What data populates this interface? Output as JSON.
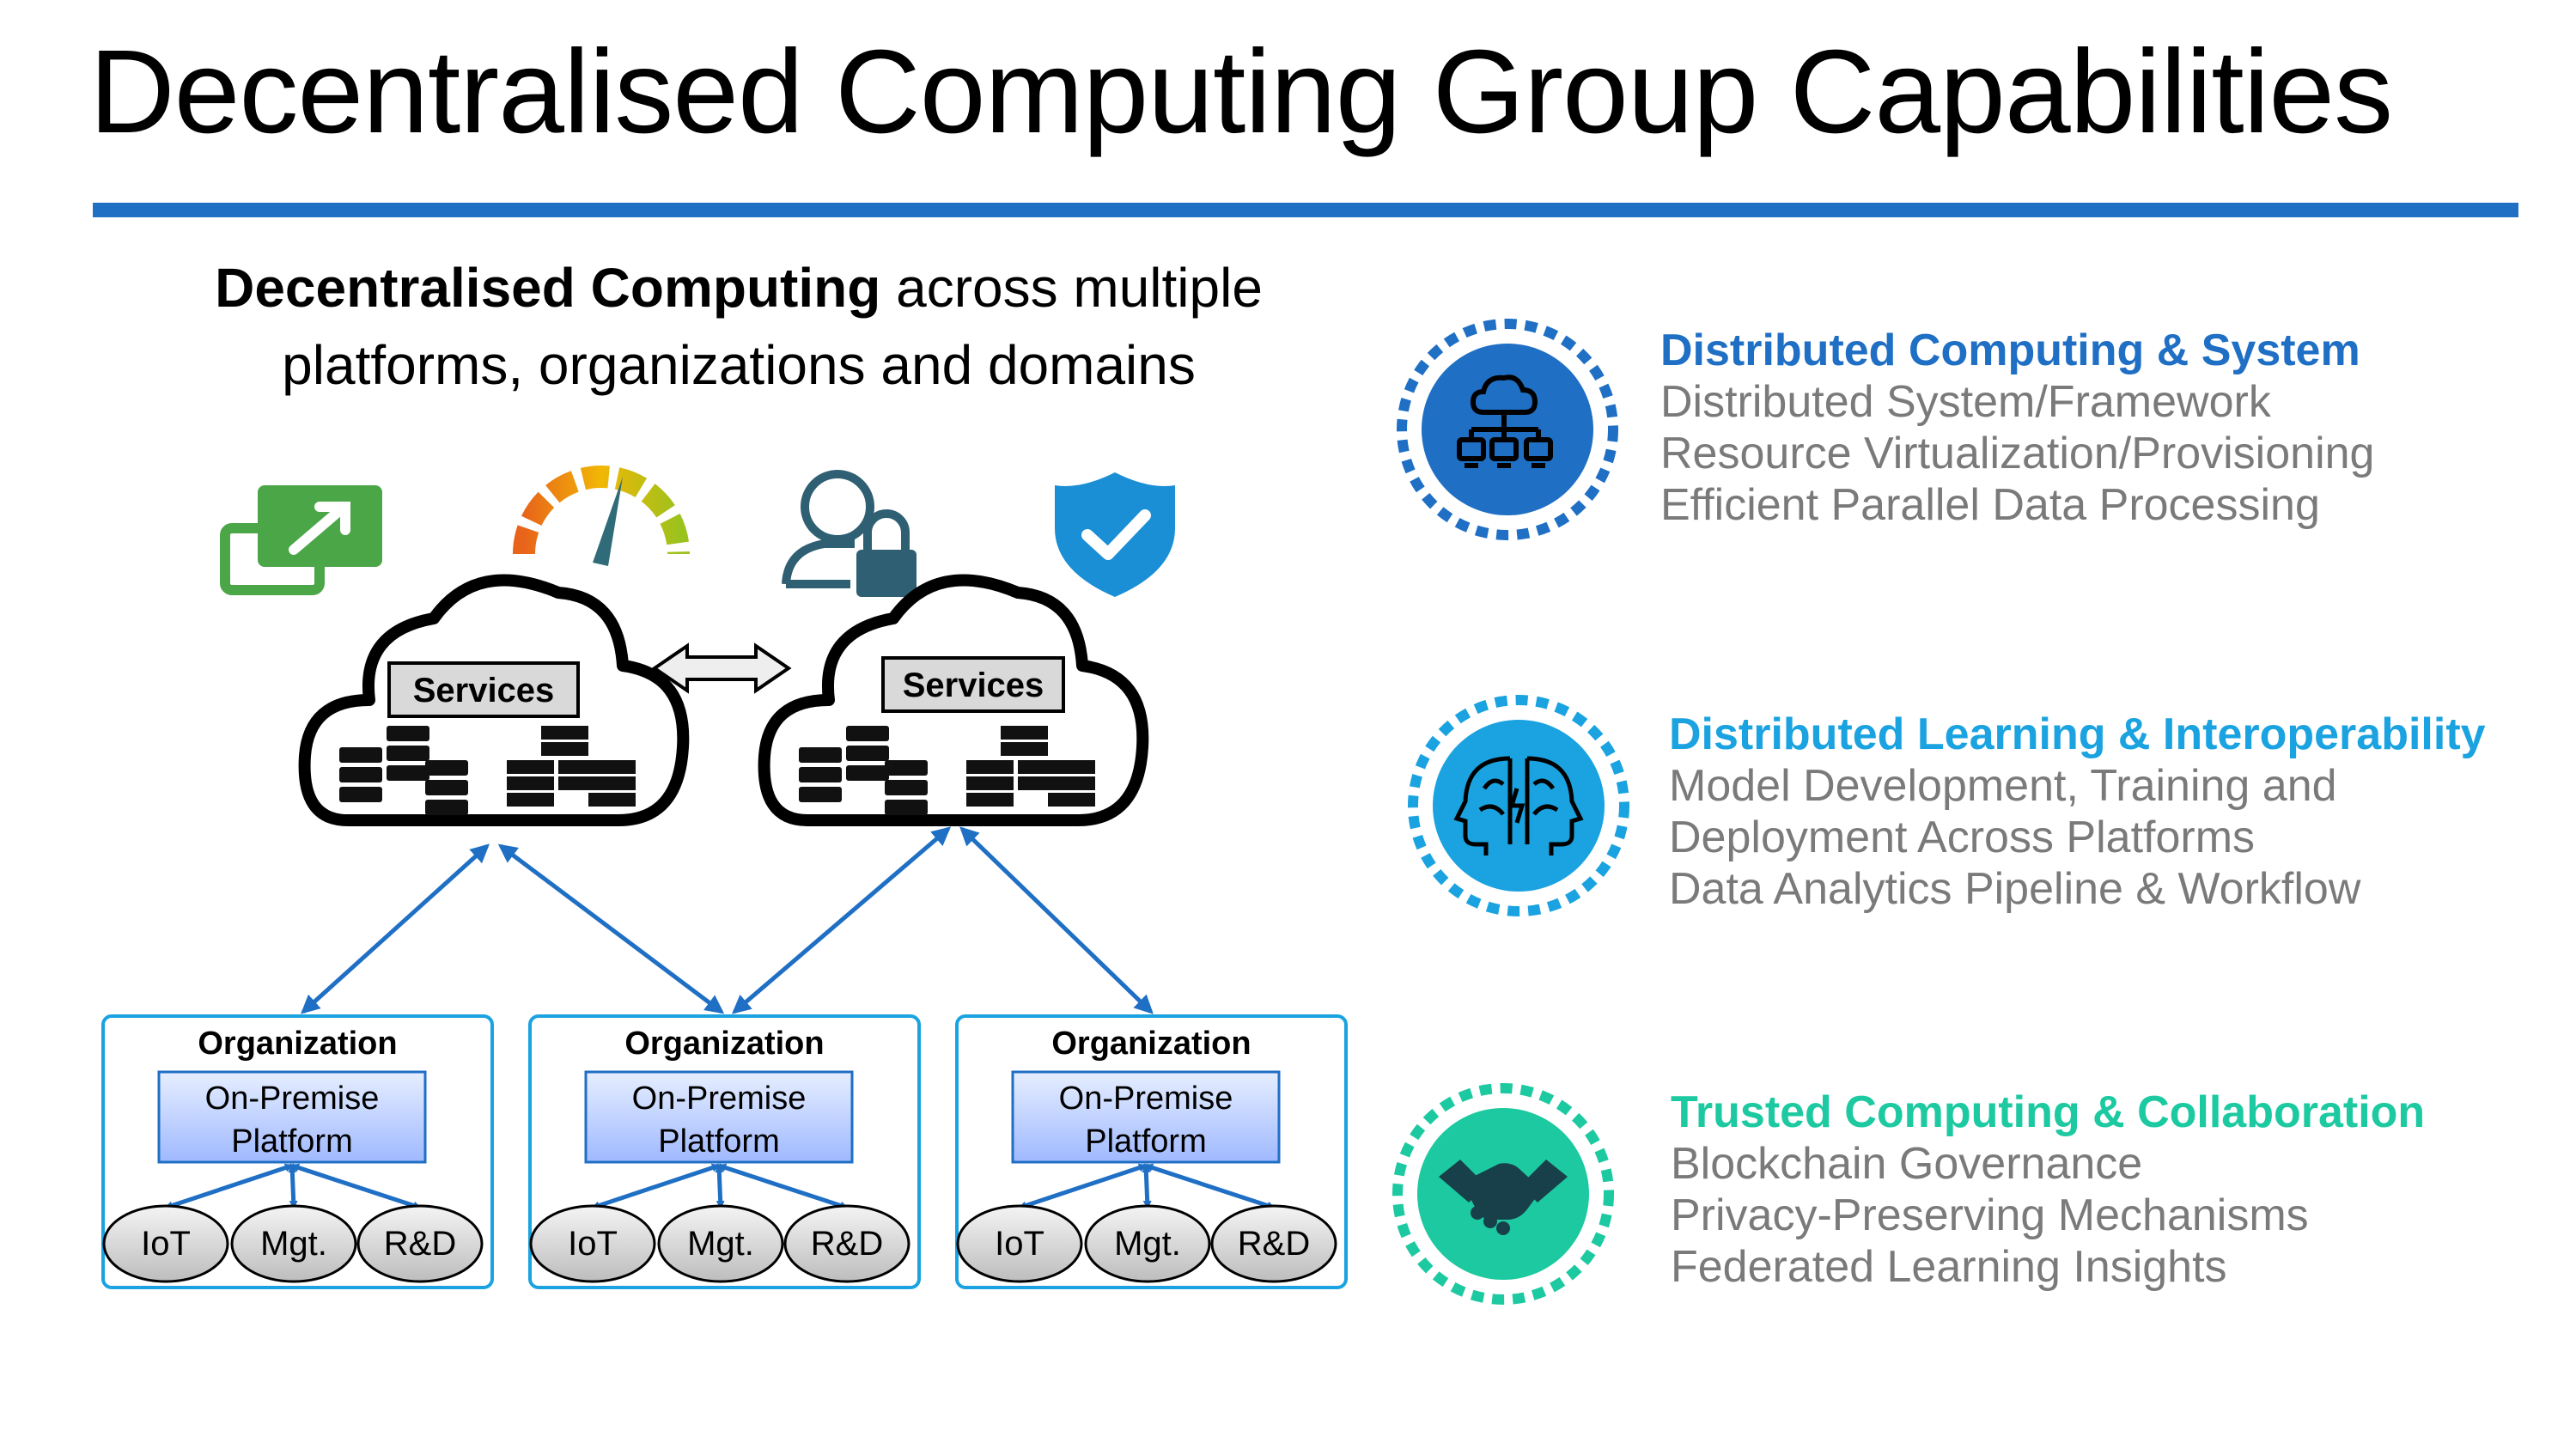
{
  "title": "Decentralised Computing Group Capabilities",
  "subtitle": {
    "bold": "Decentralised Computing",
    "line1_rest": " across multiple",
    "line2": "platforms, organizations and domains"
  },
  "top_icons": [
    "screen-share-icon",
    "speedometer-icon",
    "user-lock-icon",
    "shield-check-icon"
  ],
  "clouds": [
    {
      "label": "Services"
    },
    {
      "label": "Services"
    }
  ],
  "organizations": [
    {
      "title": "Organization",
      "platform_line1": "On-Premise",
      "platform_line2": "Platform",
      "nodes": [
        "IoT",
        "Mgt.",
        "R&D"
      ]
    },
    {
      "title": "Organization",
      "platform_line1": "On-Premise",
      "platform_line2": "Platform",
      "nodes": [
        "IoT",
        "Mgt.",
        "R&D"
      ]
    },
    {
      "title": "Organization",
      "platform_line1": "On-Premise",
      "platform_line2": "Platform",
      "nodes": [
        "IoT",
        "Mgt.",
        "R&D"
      ]
    }
  ],
  "capabilities": [
    {
      "icon": "cloud-network-icon",
      "color": "#1f6fc5",
      "heading": "Distributed Computing & System",
      "lines": [
        "Distributed System/Framework",
        "Resource Virtualization/Provisioning",
        "Efficient Parallel Data Processing"
      ]
    },
    {
      "icon": "brain-heads-icon",
      "color": "#1aa3e0",
      "heading": "Distributed Learning & Interoperability",
      "lines": [
        "Model Development, Training and",
        "Deployment Across Platforms",
        "Data Analytics Pipeline & Workflow"
      ]
    },
    {
      "icon": "handshake-icon",
      "color": "#1cc9a0",
      "heading": "Trusted Computing & Collaboration",
      "lines": [
        "Blockchain Governance",
        "Privacy-Preserving Mechanisms",
        "Federated Learning Insights"
      ]
    }
  ]
}
